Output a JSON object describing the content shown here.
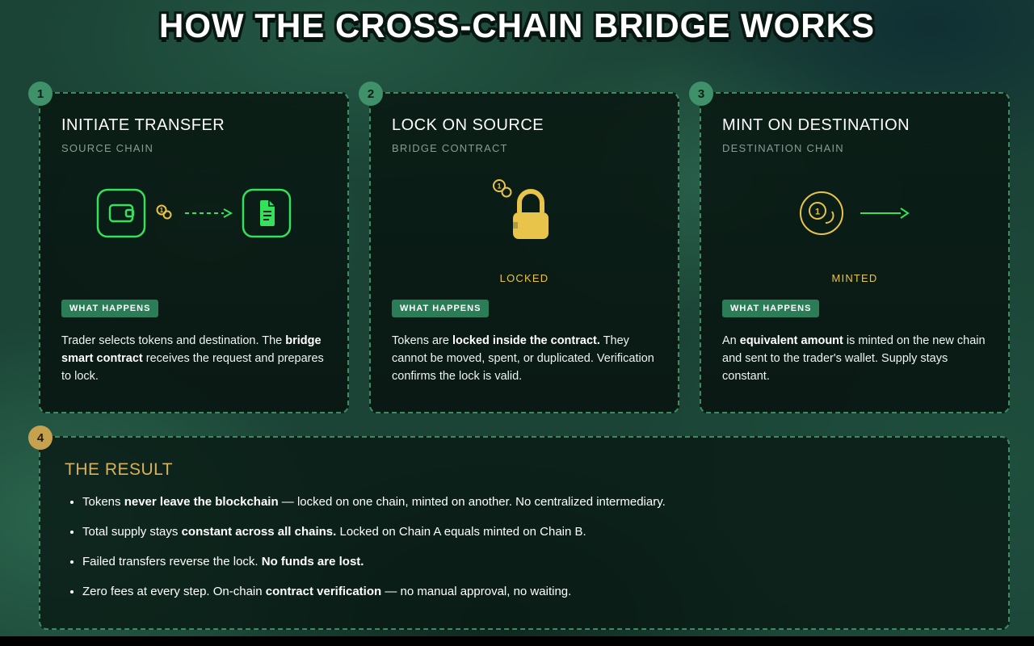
{
  "page_title": "HOW THE CROSS-CHAIN BRIDGE WORKS",
  "colors": {
    "accent_green": "#35e05a",
    "accent_gold": "#e8c54a",
    "badge_green": "#2a7d56",
    "step_badge_green": "#3f9169",
    "step_badge_gold": "#c7a24e",
    "dashed_border": "#3e8a61",
    "background_green": "#1b4436"
  },
  "steps": [
    {
      "number": "1",
      "title": "INITIATE TRANSFER",
      "subtitle": "SOURCE CHAIN",
      "caption": "",
      "badge": "WHAT HAPPENS",
      "icons": [
        "wallet-icon",
        "coins-icon",
        "dashed-arrow-icon",
        "document-icon"
      ],
      "description": [
        {
          "text": "Trader selects tokens and destination. The ",
          "bold": false
        },
        {
          "text": "bridge smart contract",
          "bold": true
        },
        {
          "text": " receives the request and prepares to lock.",
          "bold": false
        }
      ]
    },
    {
      "number": "2",
      "title": "LOCK ON SOURCE",
      "subtitle": "BRIDGE CONTRACT",
      "caption": "LOCKED",
      "badge": "WHAT HAPPENS",
      "icons": [
        "coins-icon",
        "lock-icon"
      ],
      "description": [
        {
          "text": "Tokens are ",
          "bold": false
        },
        {
          "text": "locked inside the contract.",
          "bold": true
        },
        {
          "text": " They cannot be moved, spent, or duplicated. Verification confirms the lock is valid.",
          "bold": false
        }
      ]
    },
    {
      "number": "3",
      "title": "MINT ON DESTINATION",
      "subtitle": "DESTINATION CHAIN",
      "caption": "MINTED",
      "badge": "WHAT HAPPENS",
      "icons": [
        "coin-circle-icon",
        "arrow-icon"
      ],
      "description": [
        {
          "text": "An ",
          "bold": false
        },
        {
          "text": "equivalent amount",
          "bold": true
        },
        {
          "text": " is minted on the new chain and sent to the trader's wallet. Supply stays constant.",
          "bold": false
        }
      ]
    }
  ],
  "result": {
    "number": "4",
    "title": "THE RESULT",
    "bullets": [
      [
        {
          "text": "Tokens ",
          "bold": false
        },
        {
          "text": "never leave the blockchain",
          "bold": true
        },
        {
          "text": " — locked on one chain, minted on another. No centralized intermediary.",
          "bold": false
        }
      ],
      [
        {
          "text": "Total supply stays ",
          "bold": false
        },
        {
          "text": "constant across all chains.",
          "bold": true
        },
        {
          "text": " Locked on Chain A equals minted on Chain B.",
          "bold": false
        }
      ],
      [
        {
          "text": "Failed transfers reverse the lock. ",
          "bold": false
        },
        {
          "text": "No funds are lost.",
          "bold": true
        }
      ],
      [
        {
          "text": "Zero fees at every step. On-chain ",
          "bold": false
        },
        {
          "text": "contract verification",
          "bold": true
        },
        {
          "text": " — no manual approval, no waiting.",
          "bold": false
        }
      ]
    ]
  }
}
